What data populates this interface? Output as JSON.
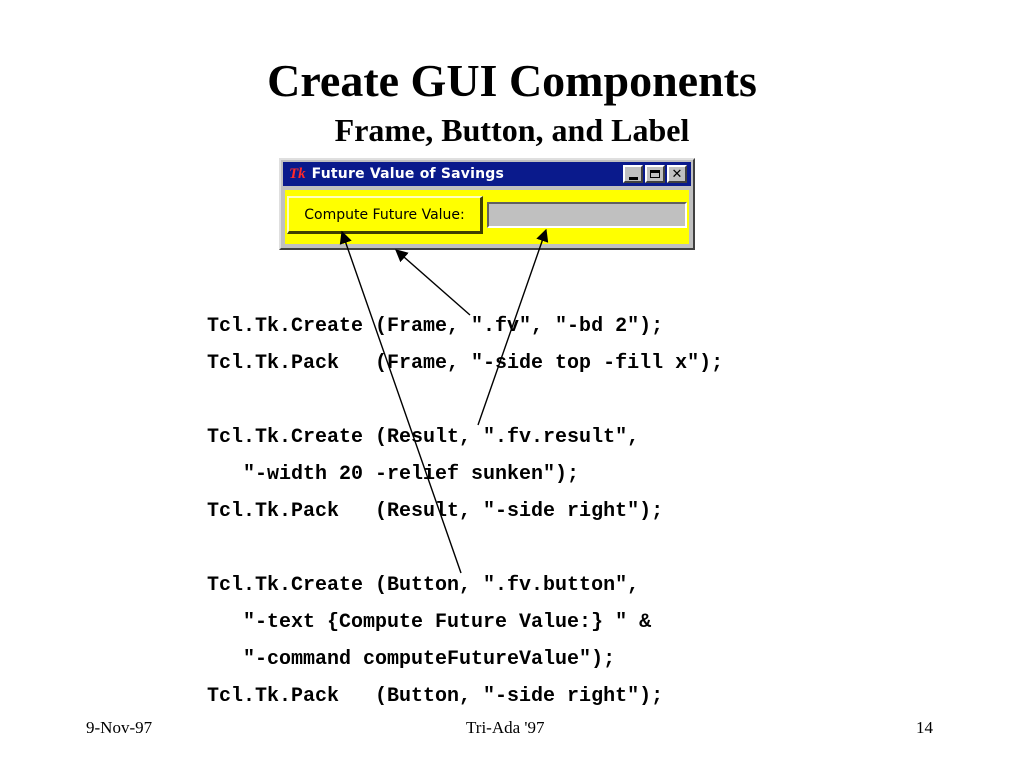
{
  "slide": {
    "title": "Create GUI Components",
    "subtitle": "Frame, Button, and Label"
  },
  "window": {
    "logo": "Tk",
    "title": "Future Value of Savings",
    "controls": {
      "minimize": "",
      "maximize": "",
      "close": "✕"
    },
    "button_label": "Compute Future Value:",
    "result_value": ""
  },
  "code_lines": [
    "Tcl.Tk.Create (Frame, \".fv\", \"-bd 2\");",
    "Tcl.Tk.Pack   (Frame, \"-side top -fill x\");",
    "",
    "Tcl.Tk.Create (Result, \".fv.result\",",
    "   \"-width 20 -relief sunken\");",
    "Tcl.Tk.Pack   (Result, \"-side right\");",
    "",
    "Tcl.Tk.Create (Button, \".fv.button\",",
    "   \"-text {Compute Future Value:} \" &",
    "   \"-command computeFutureValue\");",
    "Tcl.Tk.Pack   (Button, \"-side right\");"
  ],
  "footer": {
    "date": "9-Nov-97",
    "event": "Tri-Ada '97",
    "page": "14"
  },
  "colors": {
    "titlebar": "#0a1a8c",
    "frame": "#ffff00",
    "window_gray": "#c0c0c0"
  }
}
